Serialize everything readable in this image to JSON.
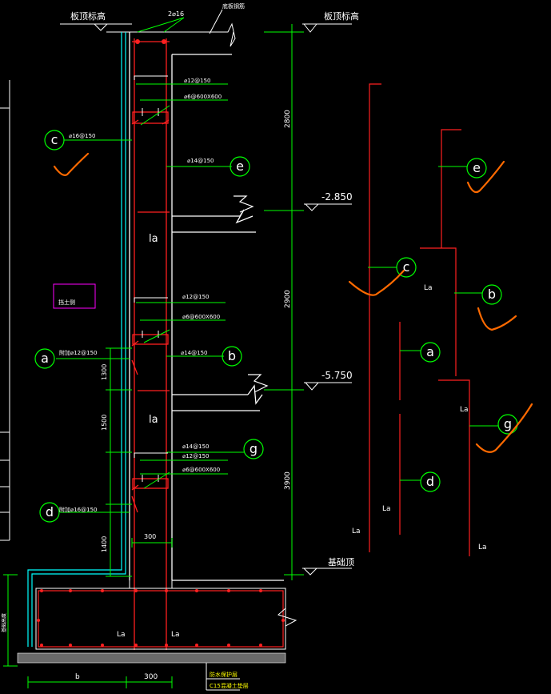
{
  "elevations": {
    "slab_top_left": "板顶标高",
    "slab_top_right": "板顶标高",
    "level_1": "-2.850",
    "level_2": "-5.750",
    "base_top": "基础顶"
  },
  "labels": {
    "top_rebar": "2⌀16",
    "top_note": "底板钢筋",
    "r1": "⌀12@150",
    "r2": "⌀6@600X600",
    "r3": "⌀16@150",
    "r4": "⌀14@150",
    "r5": "⌀12@150",
    "r6": "⌀6@600X600",
    "r7": "附加⌀12@150",
    "r8": "⌀14@150",
    "r9": "⌀14@150",
    "r10": "⌀12@150",
    "r11": "⌀6@600X600",
    "r12": "附加⌀16@150",
    "box_note": "挡土侧",
    "la": "la",
    "La": "La",
    "found_side": "基础高度",
    "legend1": "防水保护层",
    "legend2": "C15混凝土垫层"
  },
  "dimensions": {
    "d2800": "2800",
    "d2900": "2900",
    "d3900": "3900",
    "d1300": "1300",
    "d1500": "1500",
    "d1400": "1400",
    "d300a": "300",
    "d300b": "300",
    "b": "b"
  },
  "markers": {
    "c": "c",
    "e": "e",
    "a": "a",
    "b": "b",
    "g": "g",
    "d": "d",
    "e2": "e",
    "c2": "c",
    "b2": "b",
    "a2": "a",
    "g2": "g",
    "d2": "d"
  },
  "colors": {
    "background": "#000000",
    "line": "#ffffff",
    "rebar": "#ff2020",
    "dimension": "#00ff00",
    "waterproof": "#00ffff",
    "check": "#ff6a00",
    "note_box": "#ff00ff",
    "legend_text": "#ffff00"
  }
}
